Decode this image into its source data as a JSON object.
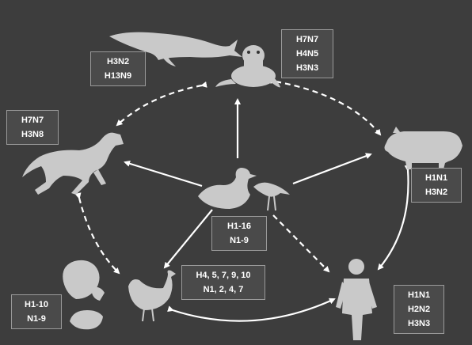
{
  "colors": {
    "background": "#3d3d3d",
    "animal": "#c9c9c9",
    "arrow": "#ffffff",
    "box_border": "#9a9a9a"
  },
  "hosts": {
    "whale": {
      "icon": "whale-icon",
      "lines": [
        "H3N2",
        "H13N9"
      ]
    },
    "seal": {
      "icon": "seal-icon",
      "lines": [
        "H7N7",
        "H4N5",
        "H3N3"
      ]
    },
    "horse": {
      "icon": "horse-icon",
      "lines": [
        "H7N7",
        "H3N8"
      ]
    },
    "pig": {
      "icon": "pig-icon",
      "lines": [
        "H1N1",
        "H3N2"
      ]
    },
    "waterfowl": {
      "icon": "duck-shorebird-icon",
      "lines": [
        "H1-16",
        "N1-9"
      ]
    },
    "chicken": {
      "icon": "chicken-icon",
      "lines": [
        "H4, 5, 7, 9, 10",
        "N1, 2, 4, 7"
      ]
    },
    "turkey_quail": {
      "icon": "turkey-quail-icon",
      "lines": [
        "H1-10",
        "N1-9"
      ]
    },
    "human": {
      "icon": "human-icon",
      "lines": [
        "H1N1",
        "H2N2",
        "H3N3"
      ]
    }
  }
}
